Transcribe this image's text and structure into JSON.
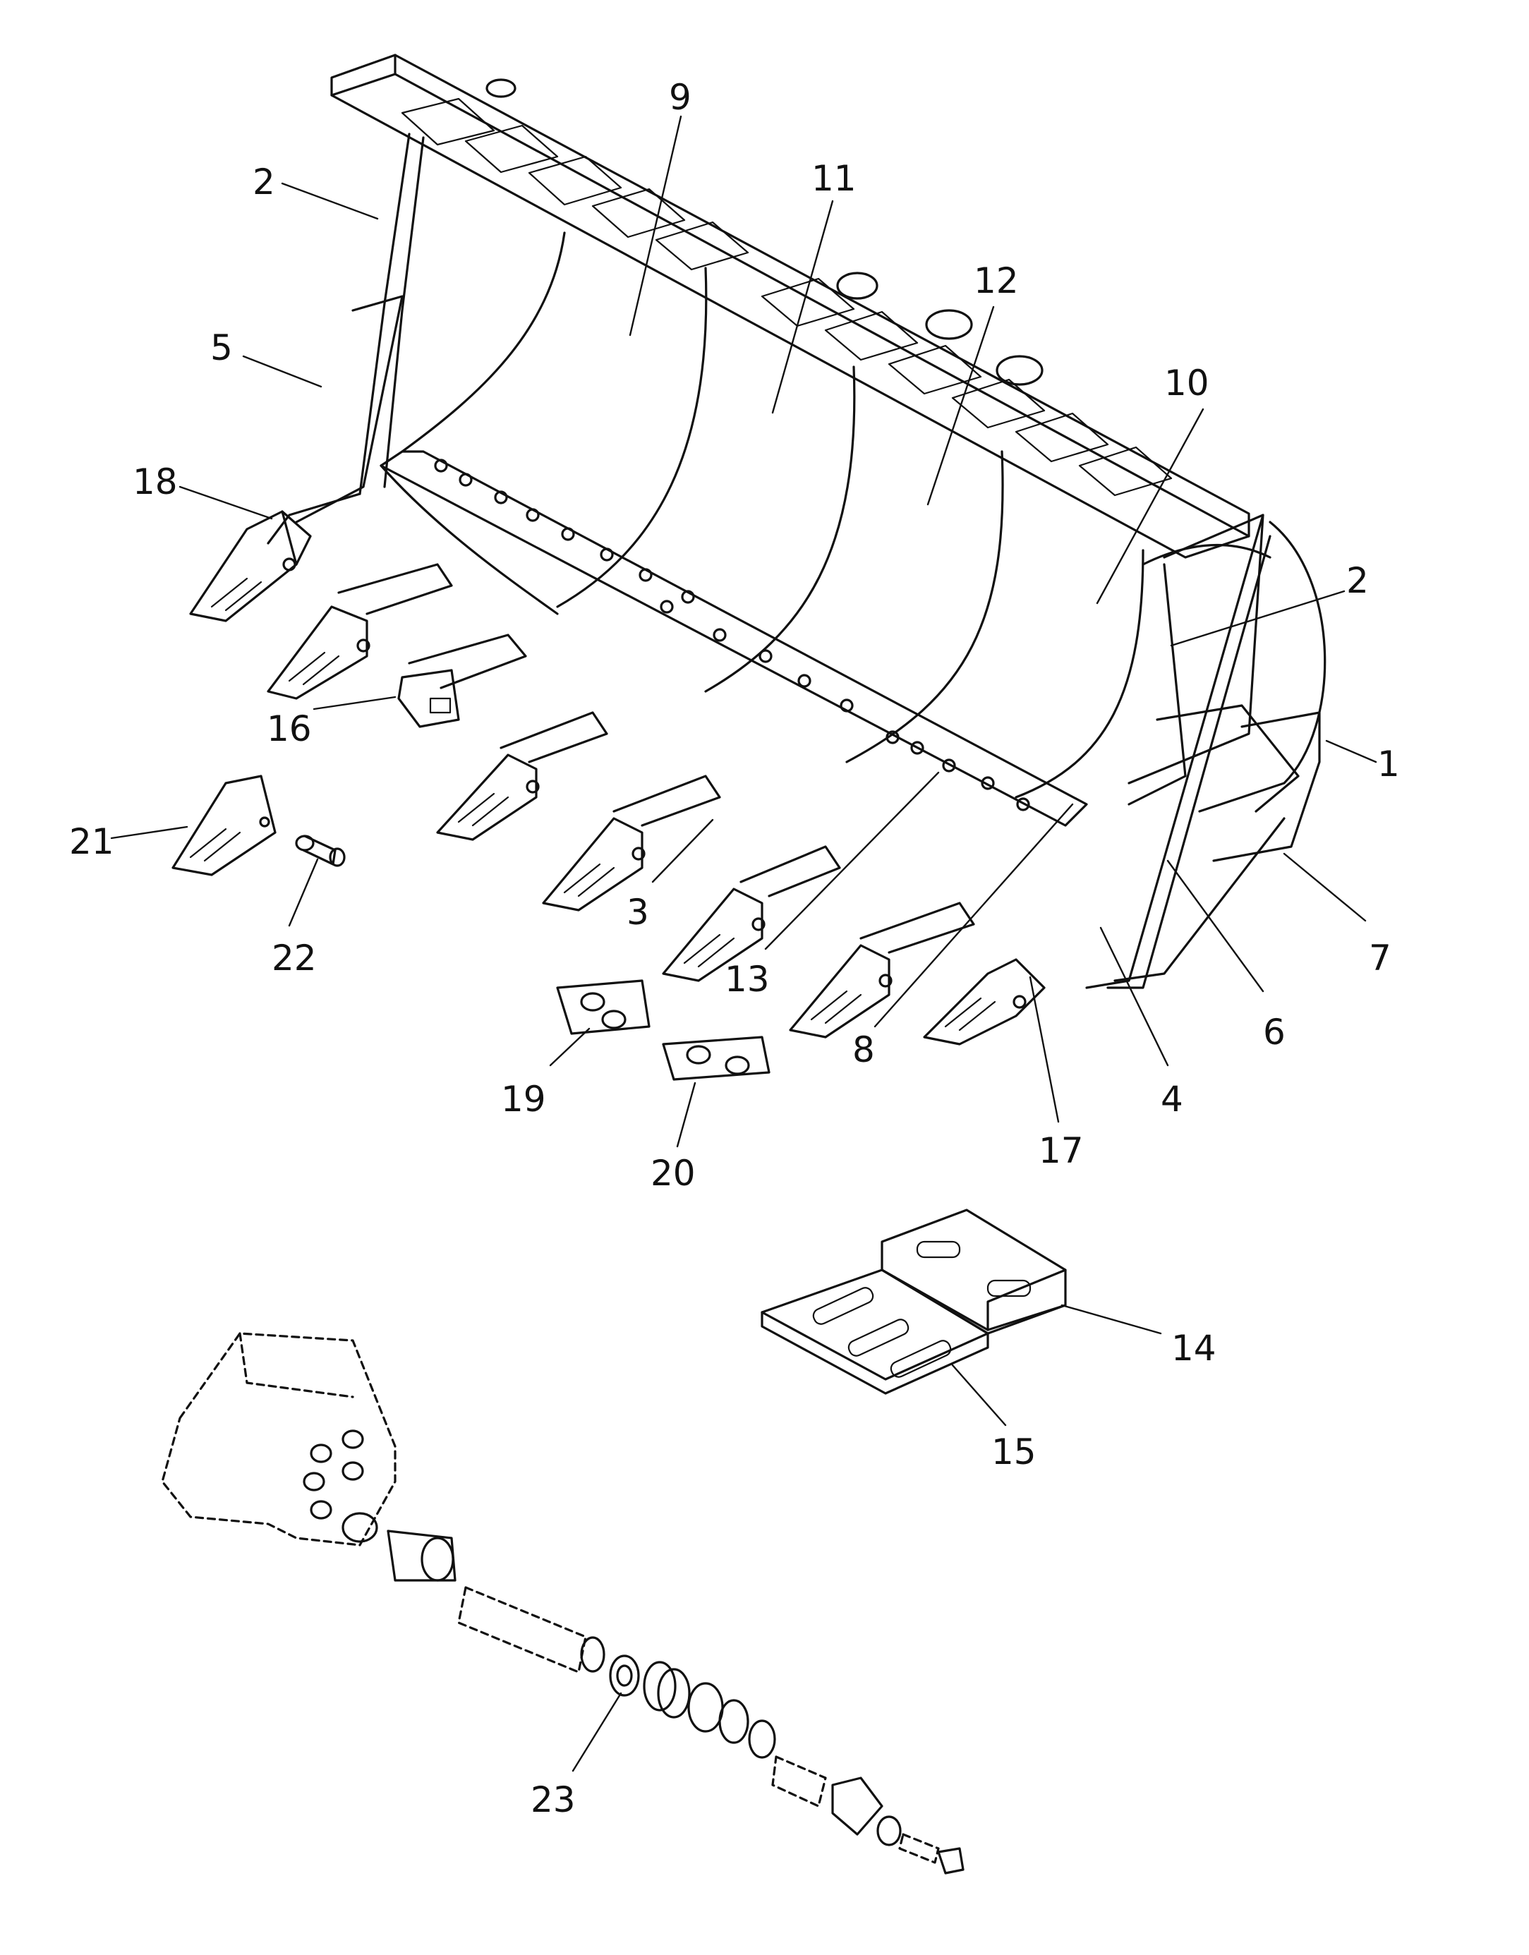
{
  "diagram": {
    "callouts": [
      {
        "id": "1",
        "label": "1"
      },
      {
        "id": "2a",
        "label": "2"
      },
      {
        "id": "2b",
        "label": "2"
      },
      {
        "id": "3",
        "label": "3"
      },
      {
        "id": "4",
        "label": "4"
      },
      {
        "id": "5",
        "label": "5"
      },
      {
        "id": "6",
        "label": "6"
      },
      {
        "id": "7",
        "label": "7"
      },
      {
        "id": "8",
        "label": "8"
      },
      {
        "id": "9",
        "label": "9"
      },
      {
        "id": "10",
        "label": "10"
      },
      {
        "id": "11",
        "label": "11"
      },
      {
        "id": "12",
        "label": "12"
      },
      {
        "id": "13",
        "label": "13"
      },
      {
        "id": "14",
        "label": "14"
      },
      {
        "id": "15",
        "label": "15"
      },
      {
        "id": "16",
        "label": "16"
      },
      {
        "id": "17",
        "label": "17"
      },
      {
        "id": "18",
        "label": "18"
      },
      {
        "id": "19",
        "label": "19"
      },
      {
        "id": "20",
        "label": "20"
      },
      {
        "id": "21",
        "label": "21"
      },
      {
        "id": "22",
        "label": "22"
      },
      {
        "id": "23",
        "label": "23"
      }
    ]
  }
}
